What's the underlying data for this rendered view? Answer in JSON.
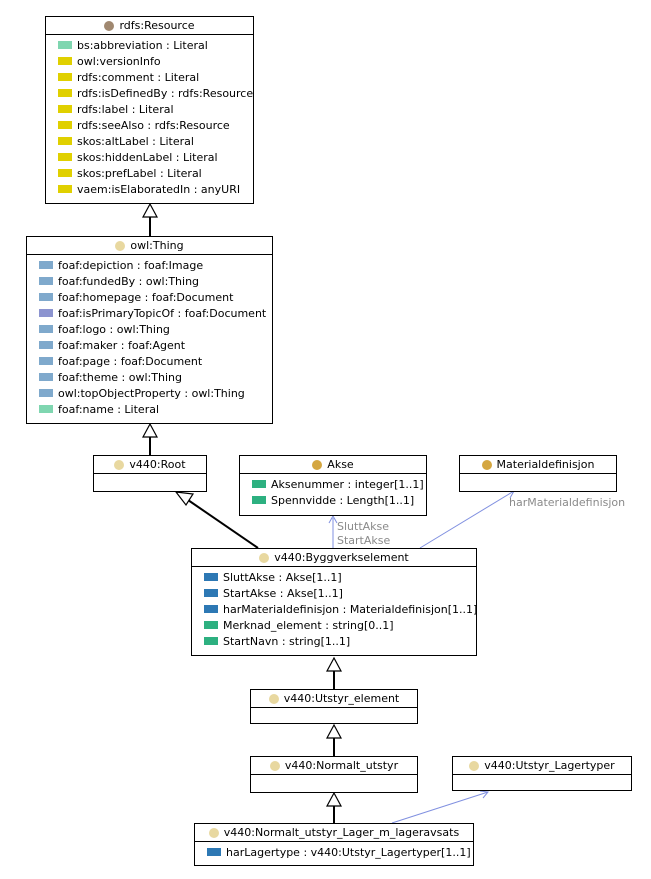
{
  "colors": {
    "literal_attr": "#7fd6b0",
    "annotation": "#e0d000",
    "object_prop": "#7fa9cc",
    "object_prop_alt": "#8c94d0",
    "datatype": "#2db080",
    "assoc": "#2d78b4",
    "dot_resource": "#a08870",
    "dot_thing": "#e8d8a0",
    "dot_class": "#d4a640",
    "edge_assoc": "#8090e0"
  },
  "classes": [
    {
      "id": "rdfs-resource",
      "title": "rdfs:Resource",
      "dot": "dot_resource",
      "attrs": [
        {
          "text": "bs:abbreviation : Literal",
          "icon": "literal_attr"
        },
        {
          "text": "owl:versionInfo",
          "icon": "annotation"
        },
        {
          "text": "rdfs:comment : Literal",
          "icon": "annotation"
        },
        {
          "text": "rdfs:isDefinedBy : rdfs:Resource",
          "icon": "annotation"
        },
        {
          "text": "rdfs:label : Literal",
          "icon": "annotation"
        },
        {
          "text": "rdfs:seeAlso : rdfs:Resource",
          "icon": "annotation"
        },
        {
          "text": "skos:altLabel : Literal",
          "icon": "annotation"
        },
        {
          "text": "skos:hiddenLabel : Literal",
          "icon": "annotation"
        },
        {
          "text": "skos:prefLabel : Literal",
          "icon": "annotation"
        },
        {
          "text": "vaem:isElaboratedIn : anyURI",
          "icon": "annotation"
        }
      ]
    },
    {
      "id": "owl-thing",
      "title": "owl:Thing",
      "dot": "dot_thing",
      "attrs": [
        {
          "text": "foaf:depiction : foaf:Image",
          "icon": "object_prop"
        },
        {
          "text": "foaf:fundedBy : owl:Thing",
          "icon": "object_prop"
        },
        {
          "text": "foaf:homepage : foaf:Document",
          "icon": "object_prop"
        },
        {
          "text": "foaf:isPrimaryTopicOf : foaf:Document",
          "icon": "object_prop_alt"
        },
        {
          "text": "foaf:logo : owl:Thing",
          "icon": "object_prop"
        },
        {
          "text": "foaf:maker : foaf:Agent",
          "icon": "object_prop"
        },
        {
          "text": "foaf:page : foaf:Document",
          "icon": "object_prop"
        },
        {
          "text": "foaf:theme : owl:Thing",
          "icon": "object_prop"
        },
        {
          "text": "owl:topObjectProperty : owl:Thing",
          "icon": "object_prop"
        },
        {
          "text": "foaf:name : Literal",
          "icon": "literal_attr"
        }
      ]
    },
    {
      "id": "v440-root",
      "title": "v440:Root",
      "dot": "dot_thing",
      "attrs": []
    },
    {
      "id": "akse",
      "title": "Akse",
      "dot": "dot_class",
      "attrs": [
        {
          "text": "Aksenummer : integer[1..1]",
          "icon": "datatype"
        },
        {
          "text": "Spennvidde : Length[1..1]",
          "icon": "datatype"
        }
      ]
    },
    {
      "id": "materialdefinisjon",
      "title": "Materialdefinisjon",
      "dot": "dot_class",
      "attrs": []
    },
    {
      "id": "byggverkselement",
      "title": "v440:Byggverkselement",
      "dot": "dot_thing",
      "attrs": [
        {
          "text": "SluttAkse : Akse[1..1]",
          "icon": "assoc"
        },
        {
          "text": "StartAkse : Akse[1..1]",
          "icon": "assoc"
        },
        {
          "text": "harMaterialdefinisjon : Materialdefinisjon[1..1]",
          "icon": "assoc"
        },
        {
          "text": "Merknad_element : string[0..1]",
          "icon": "datatype"
        },
        {
          "text": "StartNavn : string[1..1]",
          "icon": "datatype"
        }
      ]
    },
    {
      "id": "utstyr-element",
      "title": "v440:Utstyr_element",
      "dot": "dot_thing",
      "attrs": []
    },
    {
      "id": "normalt-utstyr",
      "title": "v440:Normalt_utstyr",
      "dot": "dot_thing",
      "attrs": []
    },
    {
      "id": "utstyr-lagertyper",
      "title": "v440:Utstyr_Lagertyper",
      "dot": "dot_thing",
      "attrs": []
    },
    {
      "id": "normalt-utstyr-lager",
      "title": "v440:Normalt_utstyr_Lager_m_lageravsats",
      "dot": "dot_thing",
      "attrs": [
        {
          "text": "harLagertype : v440:Utstyr_Lagertyper[1..1]",
          "icon": "assoc"
        }
      ]
    }
  ],
  "edge_labels": {
    "slutt_akse": "SluttAkse",
    "start_akse": "StartAkse",
    "har_materialdefinisjon": "harMaterialdefinisjon"
  }
}
